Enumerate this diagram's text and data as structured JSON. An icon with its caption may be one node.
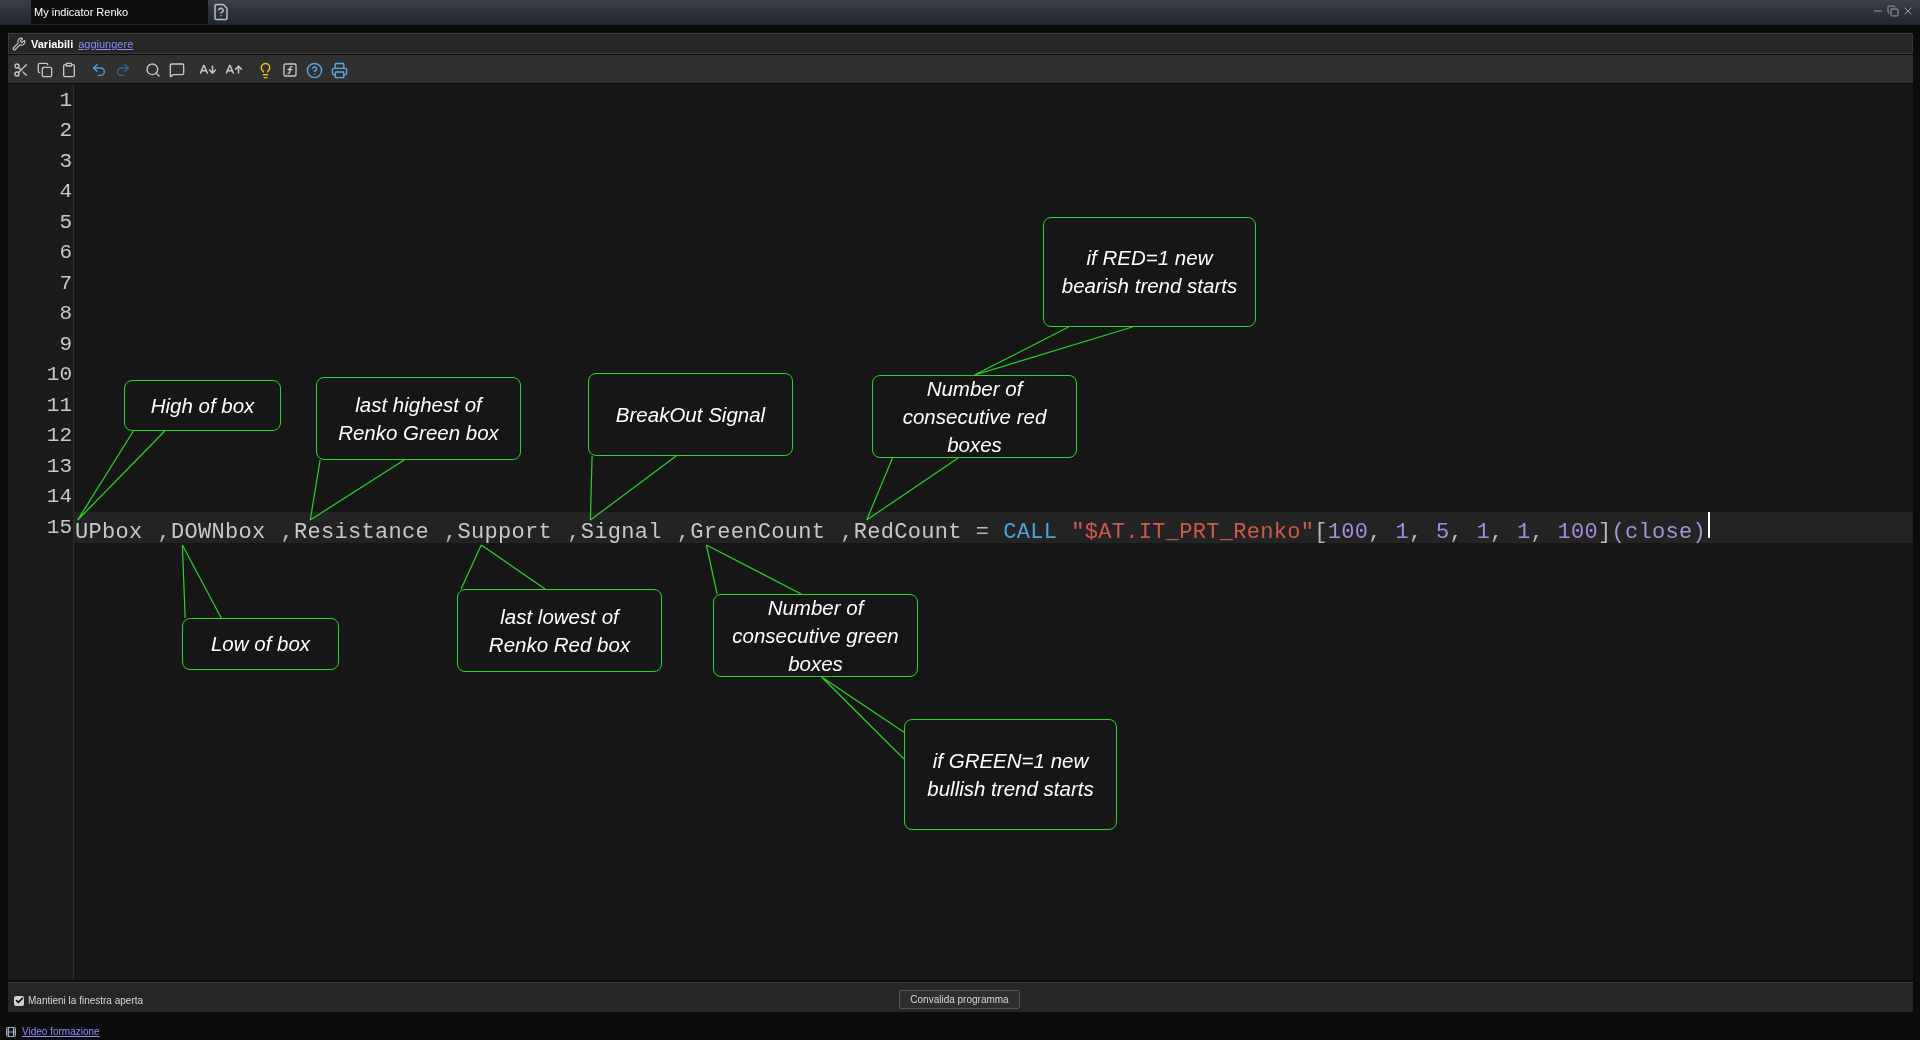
{
  "diagram": {
    "nodes": [
      {
        "text": [
          "if RED=1 new bearish trend starts"
        ]
      },
      {
        "text": [
          "High of box"
        ]
      },
      {
        "text": [
          "last highest of Renko Green box"
        ]
      },
      {
        "text": [
          "BreakOut Signal"
        ]
      },
      {
        "text": [
          "Number of consecutive red boxes"
        ]
      },
      {
        "text": [
          "UPbox"
        ]
      },
      {
        "text": [
          "DOWNbox"
        ]
      },
      {
        "text": [
          "Resistance"
        ]
      },
      {
        "text": [
          "Support"
        ]
      },
      {
        "text": [
          "Signal"
        ]
      },
      {
        "text": [
          "GreenCount"
        ]
      },
      {
        "text": [
          "RedCount"
        ]
      },
      {
        "text": [
          "Low of box"
        ]
      },
      {
        "text": [
          "last lowest of Renko Red box"
        ]
      },
      {
        "text": [
          "Number of consecutive green boxes"
        ]
      },
      {
        "text": [
          "if GREEN=1 new bullish trend starts"
        ]
      }
    ],
    "edges": [
      {
        "from": 0,
        "to": 4,
        "arrow": "none"
      },
      {
        "from": 1,
        "to": 5,
        "arrow": "none"
      },
      {
        "from": 2,
        "to": 7,
        "arrow": "none"
      },
      {
        "from": 3,
        "to": 9,
        "arrow": "none"
      },
      {
        "from": 4,
        "to": 11,
        "arrow": "none"
      },
      {
        "from": 12,
        "to": 6,
        "arrow": "none"
      },
      {
        "from": 13,
        "to": 8,
        "arrow": "none"
      },
      {
        "from": 14,
        "to": 10,
        "arrow": "none"
      },
      {
        "from": 15,
        "to": 14,
        "arrow": "none"
      }
    ],
    "labels": [
      "My indicator Renko",
      "Variabili",
      "aggiungere",
      "1",
      "2",
      "3",
      "4",
      "5",
      "6",
      "7",
      "8",
      "9",
      "10",
      "11",
      "12",
      "13",
      "14",
      "15",
      ",",
      ",",
      ",",
      ",",
      ",",
      ",",
      "=",
      "CALL",
      "\"$AT.IT_PRT_Renko\"",
      "[100, 1, 5, 1, 1, 100]",
      "(close)",
      "Mantieni la finestra aperta",
      "Convalida programma",
      "Video formazione"
    ]
  }
}
